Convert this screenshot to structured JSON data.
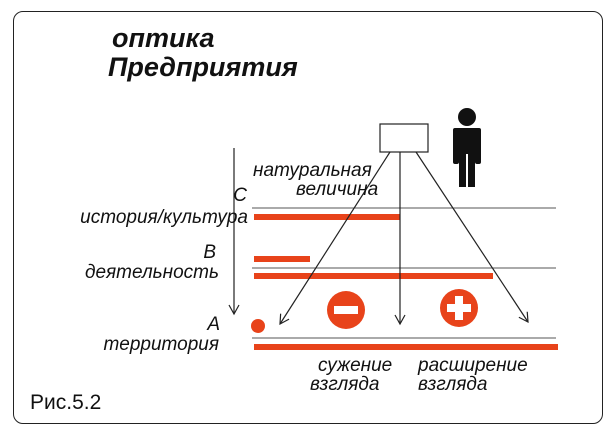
{
  "title": {
    "line1": "оптика",
    "line2": "Предприятия"
  },
  "levels": {
    "c": {
      "letter": "C",
      "name": "история/культура"
    },
    "b": {
      "letter": "B",
      "name": "деятельность"
    },
    "a": {
      "letter": "A",
      "name": "территория"
    }
  },
  "natural_size": {
    "line1": "натуральная",
    "line2": "величина"
  },
  "narrowing": {
    "line1": "сужение",
    "line2": "взгляда"
  },
  "expansion": {
    "line1": "расширение",
    "line2": "взгляда"
  },
  "caption": "Рис.5.2",
  "colors": {
    "accent": "#e8431a",
    "line": "#222222",
    "thin": "#555555"
  },
  "icons": {
    "person": "person-icon",
    "minus": "minus-circle-icon",
    "plus": "plus-circle-icon",
    "dot": "dot-icon"
  }
}
